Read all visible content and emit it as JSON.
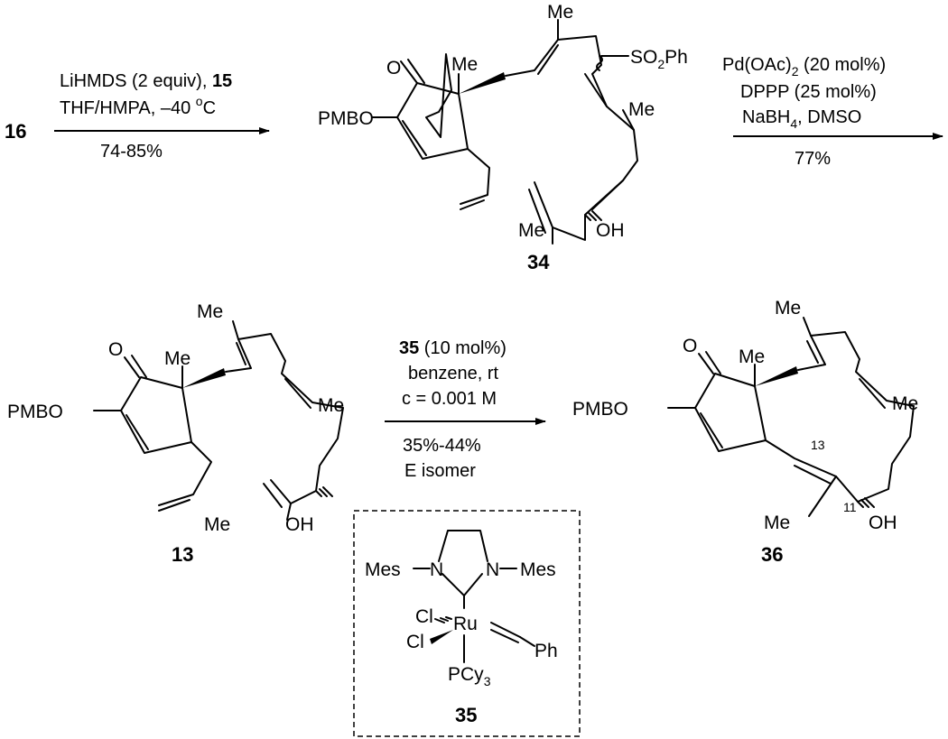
{
  "scheme": {
    "step1": {
      "reactant": "16",
      "conditions": [
        "LiHMDS (2 equiv), ",
        "15",
        "THF/HMPA, –40 ",
        "o",
        "C",
        "74-85%"
      ]
    },
    "compound34": {
      "label": "34",
      "atoms": {
        "me_top": "Me",
        "o": "O",
        "me_ring": "Me",
        "pmbo": "PMBO",
        "so2ph": [
          "SO",
          "2",
          "Ph"
        ],
        "me_mid": "Me",
        "me_low": "Me",
        "oh": "OH"
      }
    },
    "step2": {
      "conditions": [
        "Pd(OAc)",
        "2",
        " (20 mol%)",
        "DPPP (25 mol%)",
        "NaBH",
        "4",
        ", DMSO",
        "77%"
      ]
    },
    "compound13": {
      "label": "13",
      "atoms": {
        "me_top": "Me",
        "o": "O",
        "me_ring": "Me",
        "pmbo": "PMBO",
        "me_mid": "Me",
        "me_low": "Me",
        "oh": "OH"
      }
    },
    "step3": {
      "conditions": [
        "35",
        " (10 mol%)",
        "benzene, rt",
        "c = 0.001 M",
        "35%-44%",
        "E isomer"
      ]
    },
    "compound36": {
      "label": "36",
      "atoms": {
        "me_top": "Me",
        "o": "O",
        "me_ring": "Me",
        "pmbo": "PMBO",
        "me_mid": "Me",
        "me_low": "Me",
        "oh": "OH",
        "c13": "13",
        "c11": "11"
      }
    },
    "catalyst35": {
      "label": "35",
      "atoms": {
        "mes_left": "Mes",
        "n_left": "N",
        "n_right": "N",
        "mes_right": "Mes",
        "cl_top": "Cl",
        "ru": "Ru",
        "cl_bottom": "Cl",
        "ph": "Ph",
        "pcy": [
          "PCy",
          "3"
        ]
      }
    }
  }
}
